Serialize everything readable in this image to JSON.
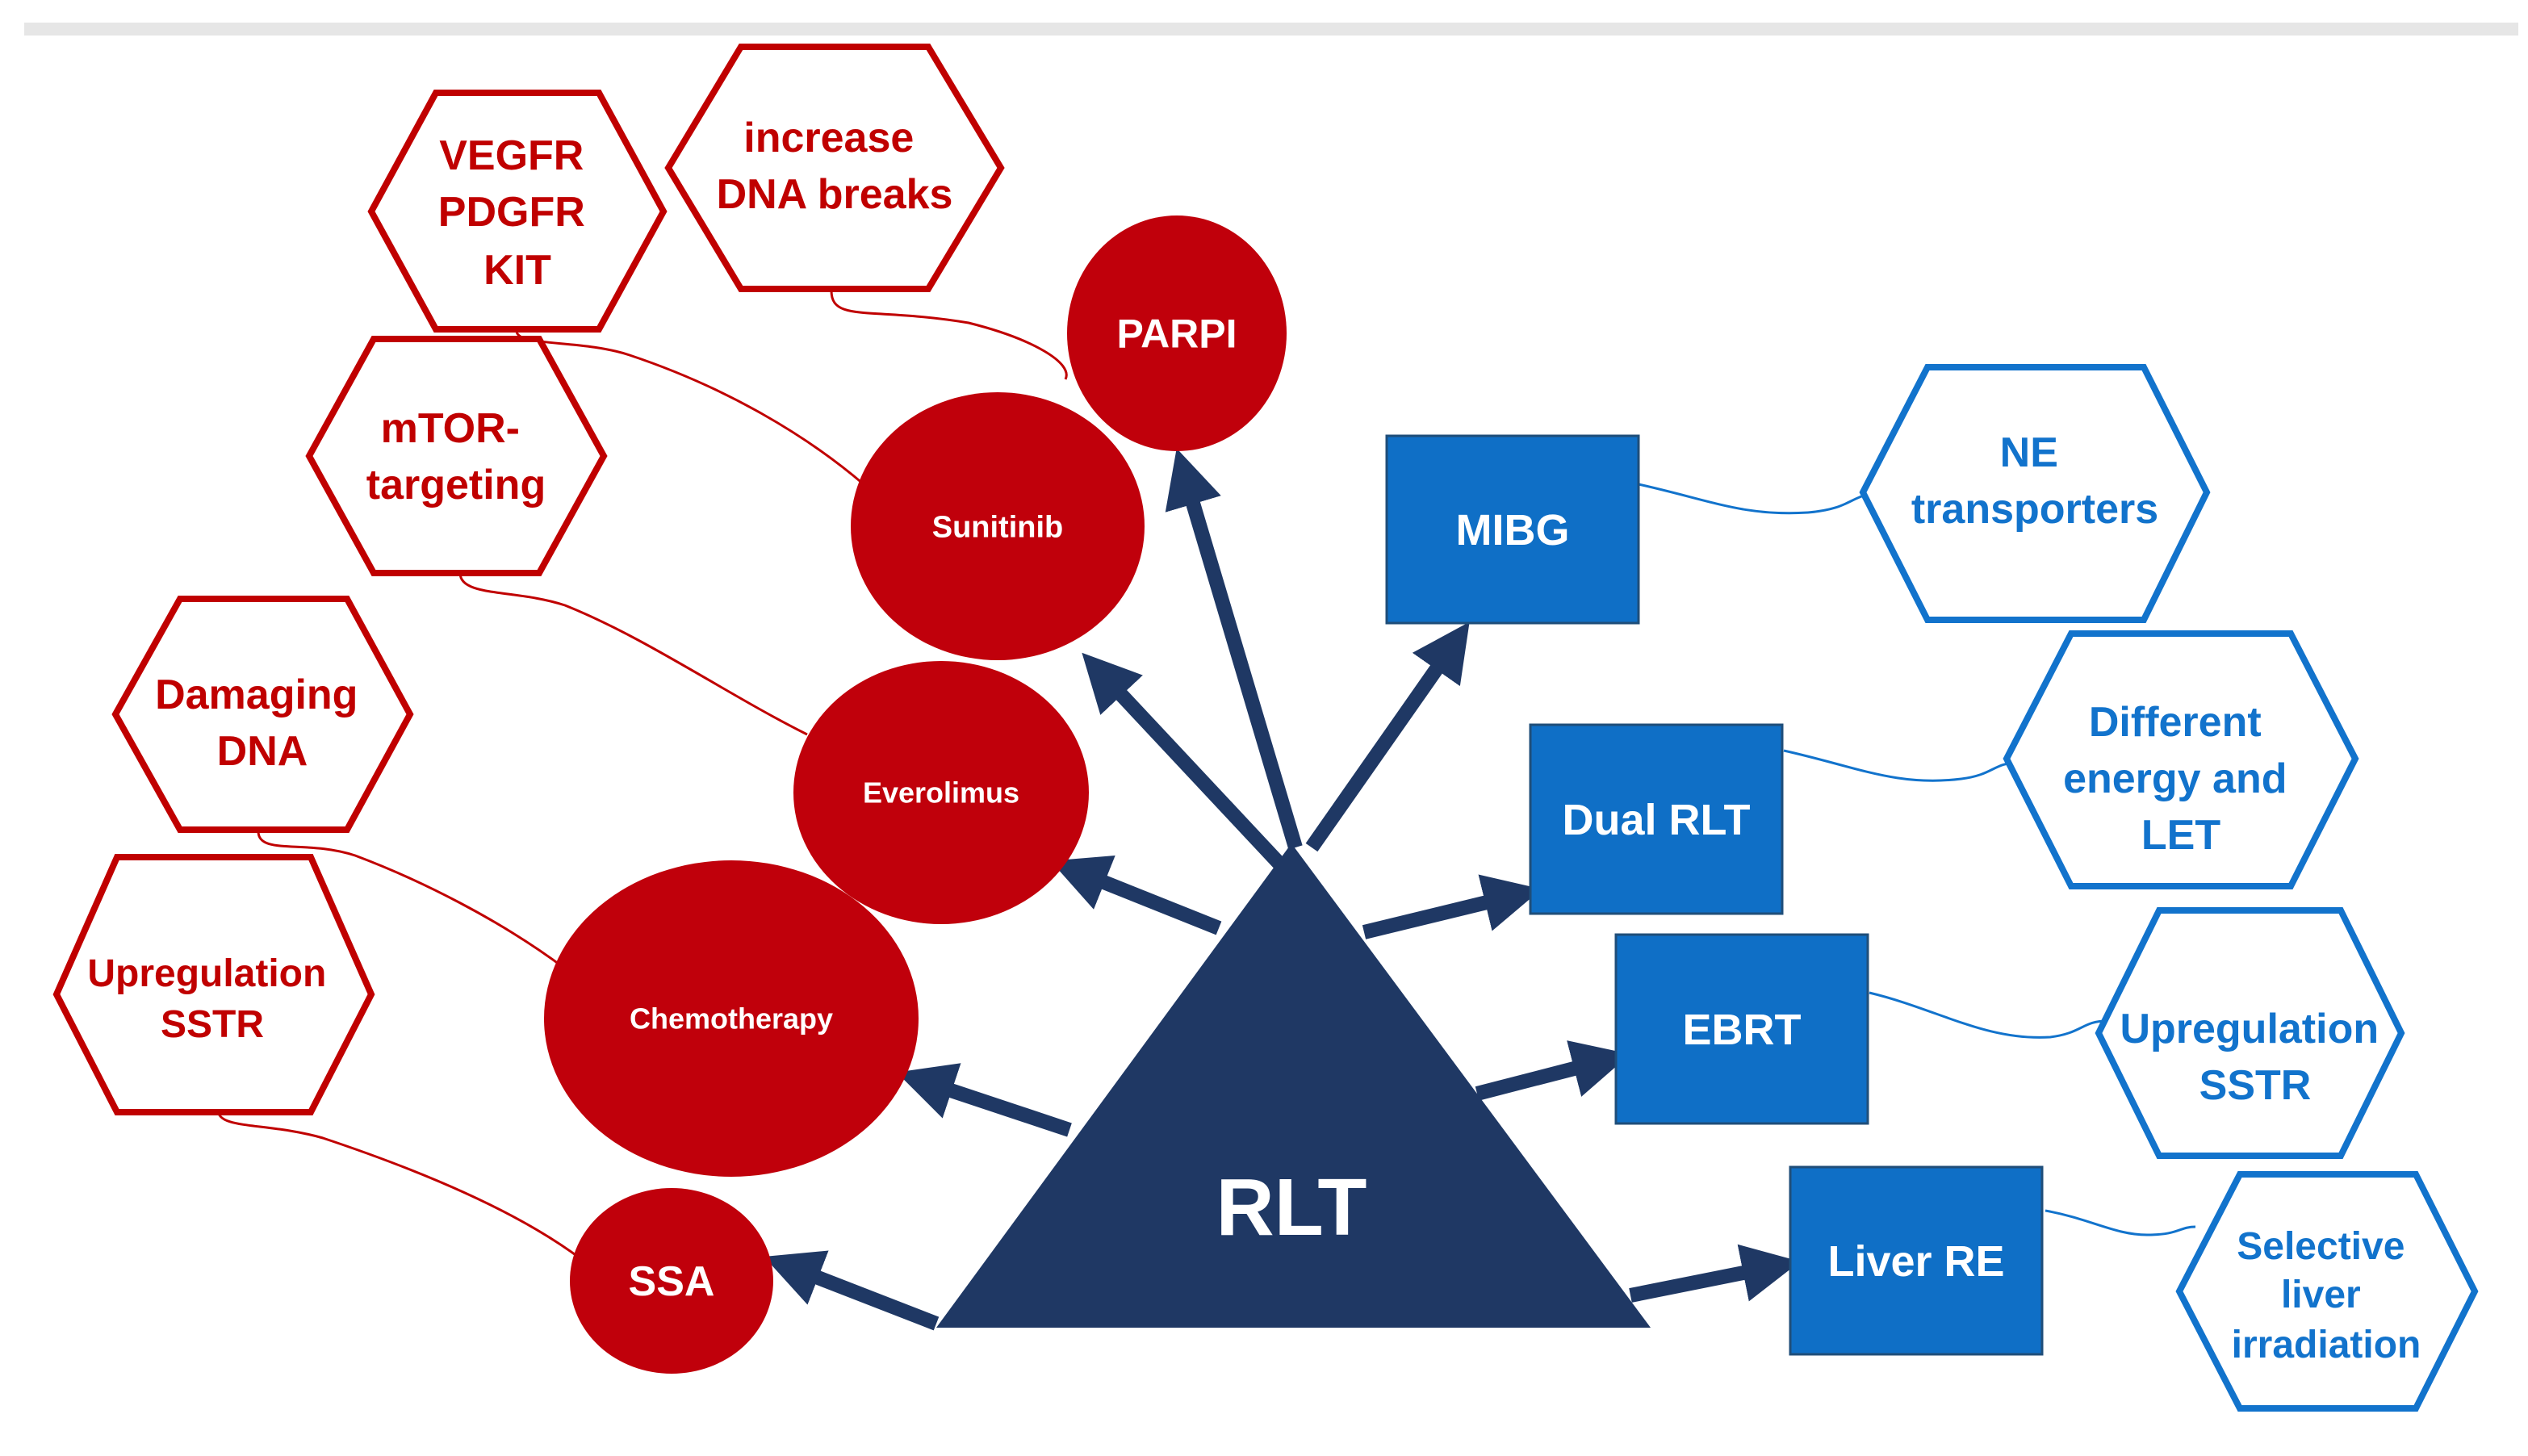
{
  "center": {
    "label": "RLT"
  },
  "colors": {
    "red": "#c0000b",
    "hex_red_stroke": "#c00000",
    "blue": "#0f6fc6",
    "hex_blue_stroke": "#1273cc",
    "navy": "#1f3864",
    "top_rule": "#e6e6e6"
  },
  "left_nodes": [
    {
      "id": "parpi",
      "label": "PARPI"
    },
    {
      "id": "sunitinib",
      "label": "Sunitinib"
    },
    {
      "id": "everolimus",
      "label": "Everolimus"
    },
    {
      "id": "chemotherapy",
      "label": "Chemotherapy"
    },
    {
      "id": "ssa",
      "label": "SSA"
    }
  ],
  "left_mechanisms": [
    {
      "id": "dna-breaks",
      "lines": [
        "increase",
        "DNA breaks"
      ]
    },
    {
      "id": "vegfr",
      "lines": [
        "VEGFR",
        "PDGFR",
        "KIT"
      ]
    },
    {
      "id": "mtor",
      "lines": [
        "mTOR-",
        "targeting"
      ]
    },
    {
      "id": "damaging-dna",
      "lines": [
        "Damaging",
        "DNA"
      ]
    },
    {
      "id": "upregulation-left",
      "lines": [
        "Upregulation",
        "SSTR"
      ]
    }
  ],
  "right_nodes": [
    {
      "id": "mibg",
      "label": "MIBG"
    },
    {
      "id": "dual-rlt",
      "label": "Dual RLT"
    },
    {
      "id": "ebrt",
      "label": "EBRT"
    },
    {
      "id": "liver-re",
      "label": "Liver RE"
    }
  ],
  "right_mechanisms": [
    {
      "id": "ne-transporters",
      "lines": [
        "NE",
        "transporters"
      ]
    },
    {
      "id": "different-energy",
      "lines": [
        "Different",
        "energy and",
        "LET"
      ]
    },
    {
      "id": "upregulation-right",
      "lines": [
        "Upregulation",
        "SSTR"
      ]
    },
    {
      "id": "selective-liver",
      "lines": [
        "Selective",
        "liver",
        "irradiation"
      ]
    }
  ]
}
